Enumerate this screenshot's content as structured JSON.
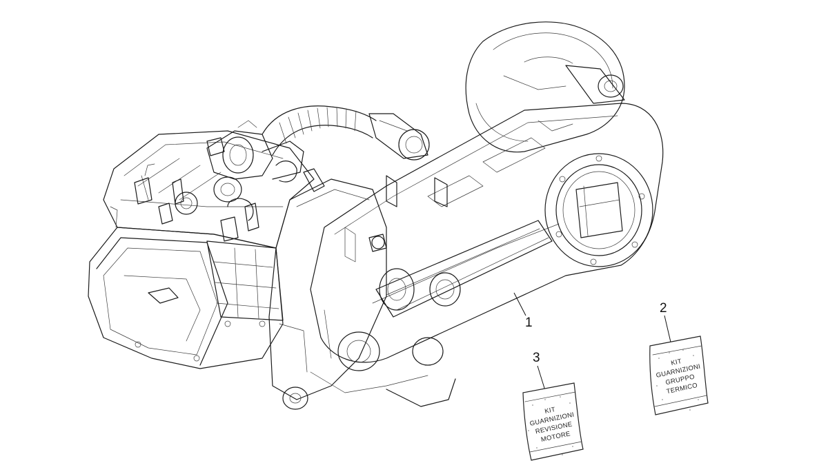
{
  "callouts": {
    "engine": "1",
    "kit_gruppo_termico": "2",
    "kit_revisione_motore": "3"
  },
  "bag_kit_gruppo_termico": {
    "lines": [
      "KIT",
      "GUARNIZIONI",
      "GRUPPO",
      "TERMICO"
    ]
  },
  "bag_kit_revisione_motore": {
    "lines": [
      "KIT",
      "GUARNIZIONI",
      "REVISIONE",
      "MOTORE"
    ]
  }
}
